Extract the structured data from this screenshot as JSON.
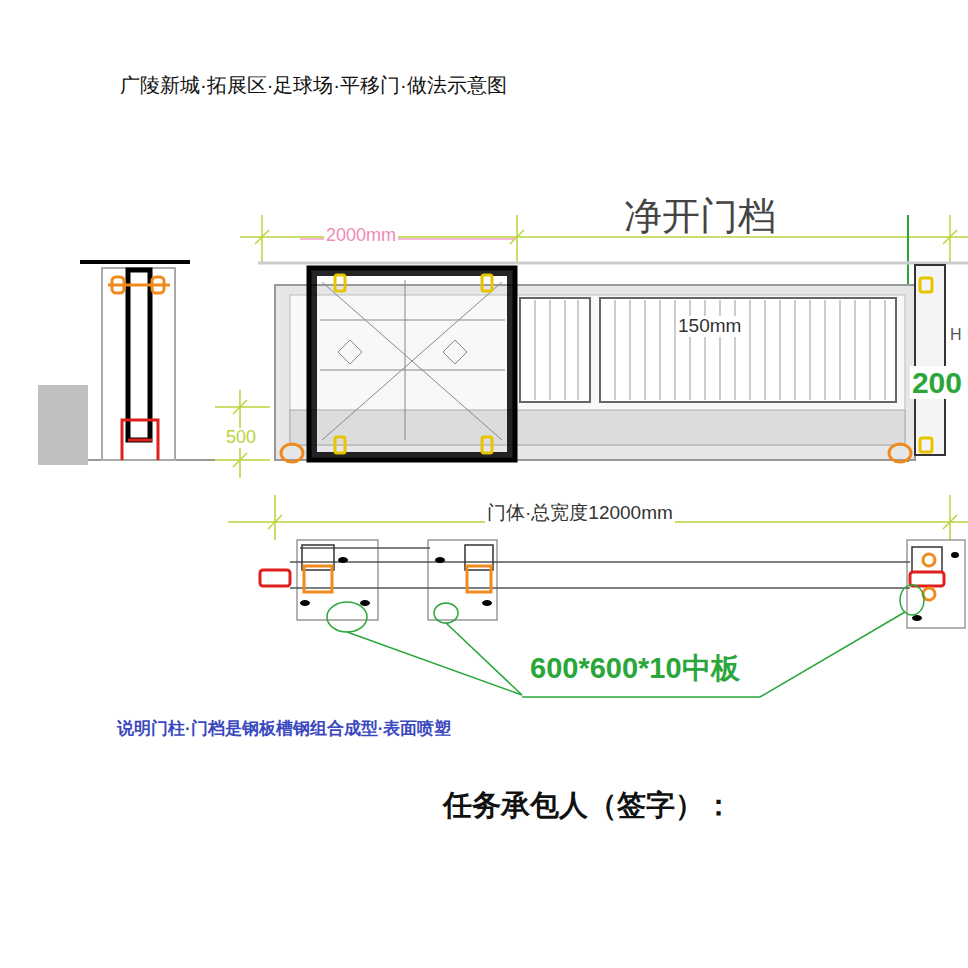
{
  "diagram": {
    "title": "广陵新城·拓展区·足球场·平移门·做法示意图",
    "labels": [
      "净开门档",
      "2000mm",
      "150mm",
      "H",
      "200",
      "500",
      "门体·总宽度12000mm",
      "600*600*10中板",
      "说明门柱·门档是钢板槽钢组合成型·表面喷塑",
      "任务承包人（签字）："
    ]
  }
}
